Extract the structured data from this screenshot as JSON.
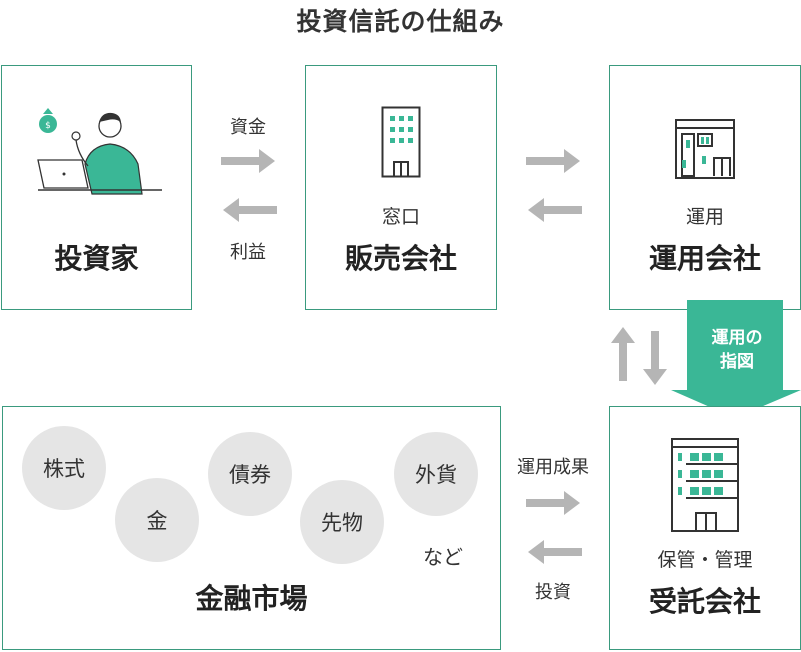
{
  "title": "投資信託の仕組み",
  "investor": {
    "name": "投資家"
  },
  "seller": {
    "role": "窓口",
    "name": "販売会社"
  },
  "manager": {
    "role": "運用",
    "name": "運用会社"
  },
  "trustee": {
    "role": "保管・管理",
    "name": "受託会社"
  },
  "market": {
    "name": "金融市場",
    "assets": [
      "株式",
      "金",
      "債券",
      "先物",
      "外貨"
    ],
    "etc": "など"
  },
  "flows": {
    "funds": "資金",
    "profit": "利益",
    "results": "運用成果",
    "investment": "投資",
    "instruction": "運用の\n指図"
  },
  "colors": {
    "accent": "#3ab796",
    "border": "#3a9a7e",
    "arrow": "#b5b5b5",
    "circle": "#e5e5e5"
  }
}
